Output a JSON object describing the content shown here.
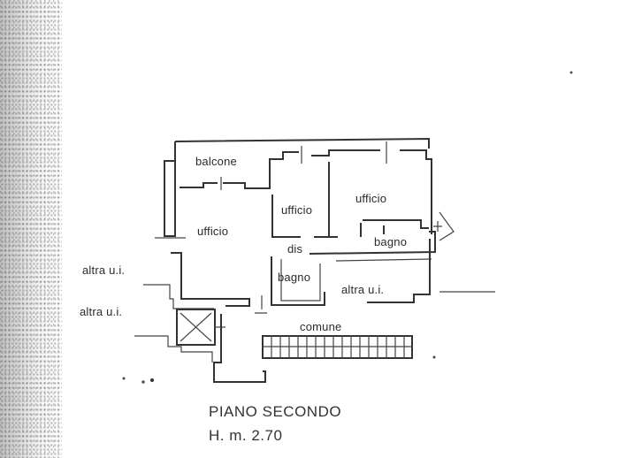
{
  "floor_plan": {
    "title": "PIANO SECONDO",
    "height_note": "H. m. 2.70",
    "rooms": [
      {
        "id": "balcone",
        "label": "balcone"
      },
      {
        "id": "ufficio_main",
        "label": "ufficio"
      },
      {
        "id": "ufficio_small",
        "label": "ufficio"
      },
      {
        "id": "ufficio_right",
        "label": "ufficio"
      },
      {
        "id": "dis",
        "label": "dis"
      },
      {
        "id": "bagno_right",
        "label": "bagno"
      },
      {
        "id": "bagno_left",
        "label": "bagno"
      },
      {
        "id": "comune",
        "label": "comune"
      }
    ],
    "neighbors": [
      {
        "id": "altra_ui_1",
        "label": "altra u.i."
      },
      {
        "id": "altra_ui_2",
        "label": "altra u.i."
      },
      {
        "id": "altra_ui_3",
        "label": "altra u.i."
      }
    ],
    "symbols": [
      "elevator-shaft",
      "staircase"
    ],
    "colors": {
      "ink": "#333333",
      "paper": "#ffffff"
    }
  }
}
